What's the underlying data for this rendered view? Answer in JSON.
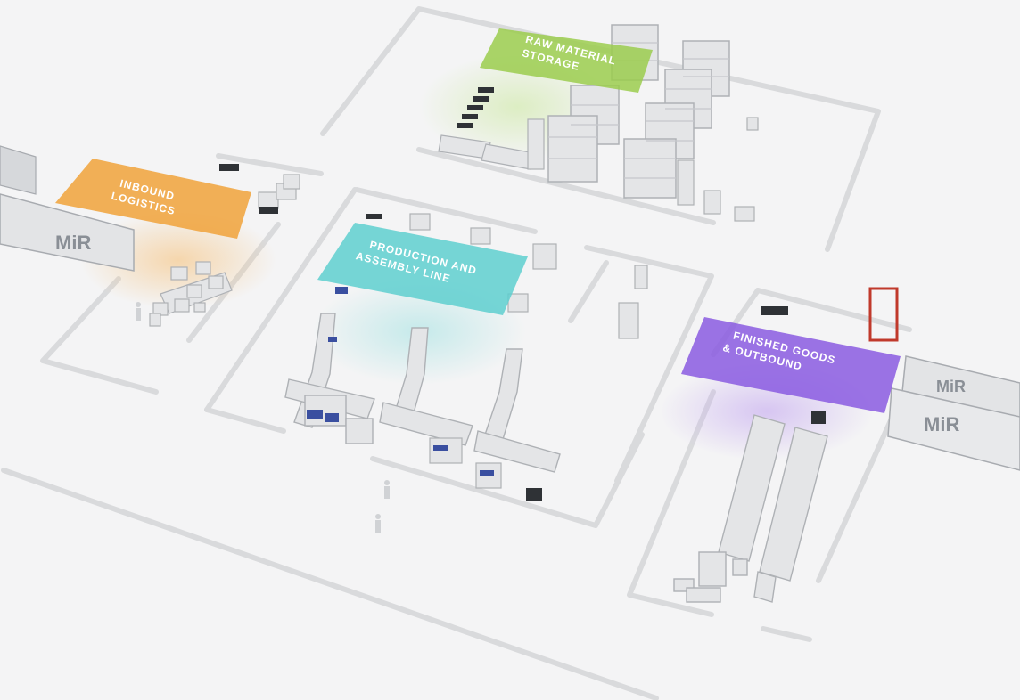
{
  "zones": [
    {
      "id": "raw-material-storage",
      "lines": [
        "RAW MATERIAL",
        "STORAGE"
      ],
      "color": "#9bcc4e"
    },
    {
      "id": "inbound-logistics",
      "lines": [
        "INBOUND",
        "LOGISTICS"
      ],
      "color": "#f0a23a"
    },
    {
      "id": "production-assembly-line",
      "lines": [
        "PRODUCTION AND",
        "ASSEMBLY LINE"
      ],
      "color": "#5ecfcf"
    },
    {
      "id": "finished-goods-outbound",
      "lines": [
        "FINISHED GOODS",
        "& OUTBOUND"
      ],
      "color": "#8a5be0"
    }
  ],
  "trucks": [
    {
      "id": "truck-inbound",
      "logo": "MiR"
    },
    {
      "id": "truck-outbound-1",
      "logo": "MiR"
    },
    {
      "id": "truck-outbound-2",
      "logo": "MiR"
    }
  ]
}
